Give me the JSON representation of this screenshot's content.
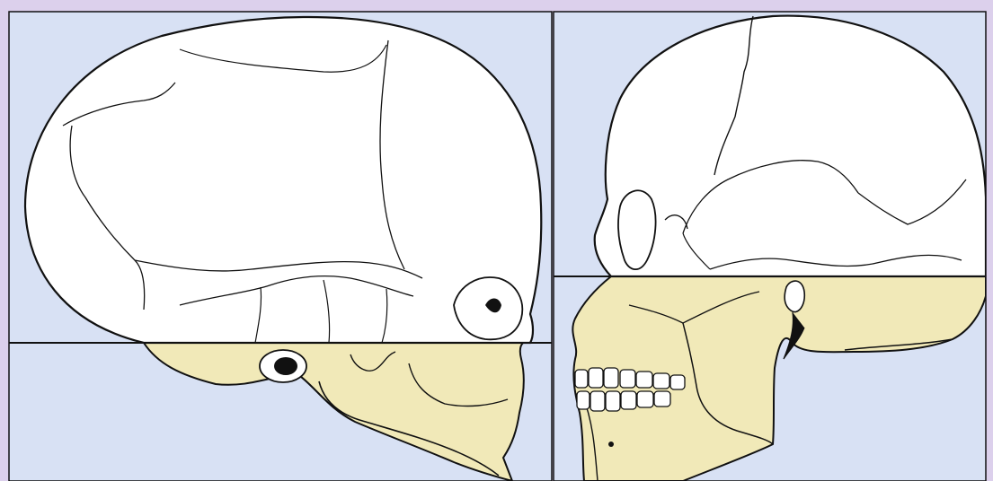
{
  "figure": {
    "panels": [
      {
        "id": "infant-skull",
        "view": "lateral"
      },
      {
        "id": "adult-skull",
        "view": "lateral"
      }
    ]
  },
  "colors": {
    "border": "#dcd0ec",
    "panel_background": "#d8e1f4",
    "cranium_fill": "#ffffff",
    "face_fill": "#f1e9b8",
    "line": "#111111"
  }
}
